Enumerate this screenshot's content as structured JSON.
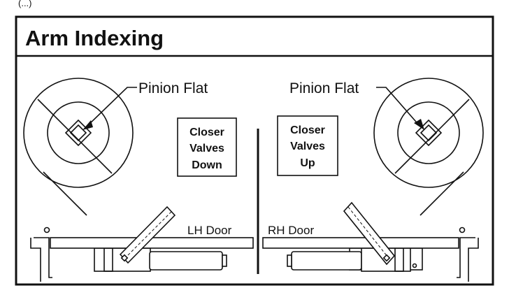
{
  "header_fragment": "(...)",
  "title": "Arm Indexing",
  "left_panel": {
    "pinion_label": "Pinion Flat",
    "valves_label": [
      "Closer",
      "Valves",
      "Down"
    ],
    "door_label": "LH Door"
  },
  "right_panel": {
    "pinion_label": "Pinion Flat",
    "valves_label": [
      "Closer",
      "Valves",
      "Up"
    ],
    "door_label": "RH Door"
  }
}
